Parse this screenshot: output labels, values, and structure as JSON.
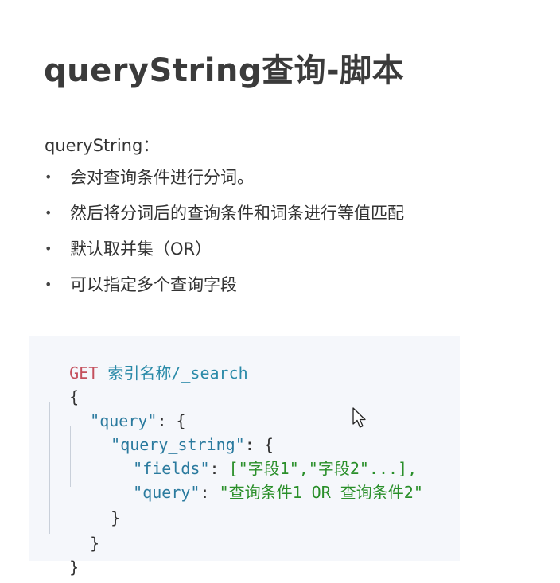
{
  "slide": {
    "title": "queryString查询-脚本",
    "intro": "queryString：",
    "bullet_symbol": "•",
    "bullets": [
      "会对查询条件进行分词。",
      "然后将分词后的查询条件和词条进行等值匹配",
      "默认取并集（OR）",
      "可以指定多个查询字段"
    ]
  },
  "code": {
    "method": "GET",
    "path": "索引名称/_search",
    "open_brace": "{",
    "query_key": "\"query\"",
    "query_string_key": "\"query_string\"",
    "fields_key": "\"fields\"",
    "fields_value": "[\"字段1\",\"字段2\"...],",
    "inner_query_key": "\"query\"",
    "inner_query_value": "\"查询条件1 OR 查询条件2\"",
    "colon_brace": ": {",
    "colon": ": ",
    "close_brace": "}"
  },
  "colors": {
    "method": "#c4505d",
    "path": "#2a8aa8",
    "key": "#2a7a9e",
    "string": "#2a8f2a",
    "code_background": "#f5f7fb"
  }
}
